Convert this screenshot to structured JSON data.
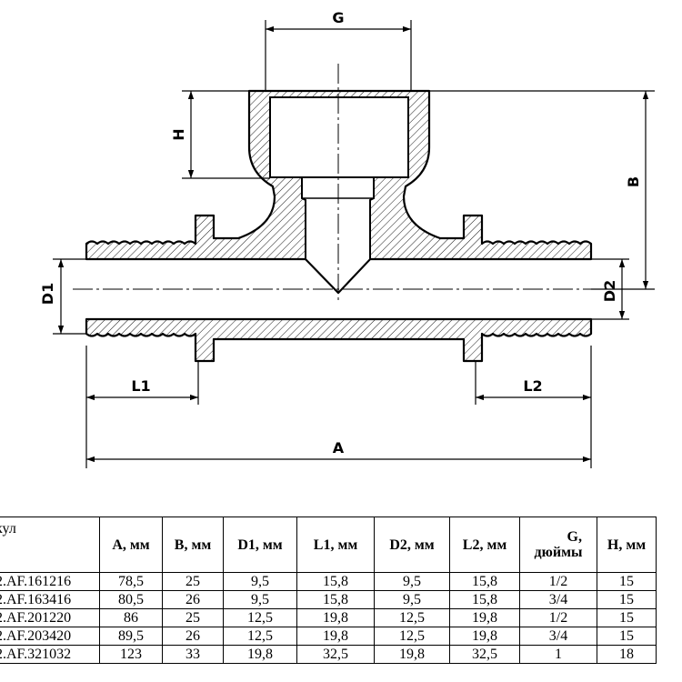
{
  "dimensions": {
    "G": "G",
    "H": "H",
    "B": "B",
    "D1": "D1",
    "D2": "D2",
    "L1": "L1",
    "L2": "L2",
    "A": "A"
  },
  "table": {
    "headers": {
      "article": "кул",
      "a": "A, мм",
      "b": "B, мм",
      "d1": "D1, мм",
      "l1": "L1, мм",
      "d2": "D2, мм",
      "l2": "L2, мм",
      "g_line1": "G,",
      "g_line2": "дюймы",
      "h": "H, мм"
    },
    "rows": [
      {
        "article": "2.AF.161216",
        "a": "78,5",
        "b": "25",
        "d1": "9,5",
        "l1": "15,8",
        "d2": "9,5",
        "l2": "15,8",
        "g": "1/2",
        "h": "15"
      },
      {
        "article": "2.AF.163416",
        "a": "80,5",
        "b": "26",
        "d1": "9,5",
        "l1": "15,8",
        "d2": "9,5",
        "l2": "15,8",
        "g": "3/4",
        "h": "15"
      },
      {
        "article": "2.AF.201220",
        "a": "86",
        "b": "25",
        "d1": "12,5",
        "l1": "19,8",
        "d2": "12,5",
        "l2": "19,8",
        "g": "1/2",
        "h": "15"
      },
      {
        "article": "2.AF.203420",
        "a": "89,5",
        "b": "26",
        "d1": "12,5",
        "l1": "19,8",
        "d2": "12,5",
        "l2": "19,8",
        "g": "3/4",
        "h": "15"
      },
      {
        "article": "2.AF.321032",
        "a": "123",
        "b": "33",
        "d1": "19,8",
        "l1": "32,5",
        "d2": "19,8",
        "l2": "32,5",
        "g": "1",
        "h": "18"
      }
    ]
  }
}
